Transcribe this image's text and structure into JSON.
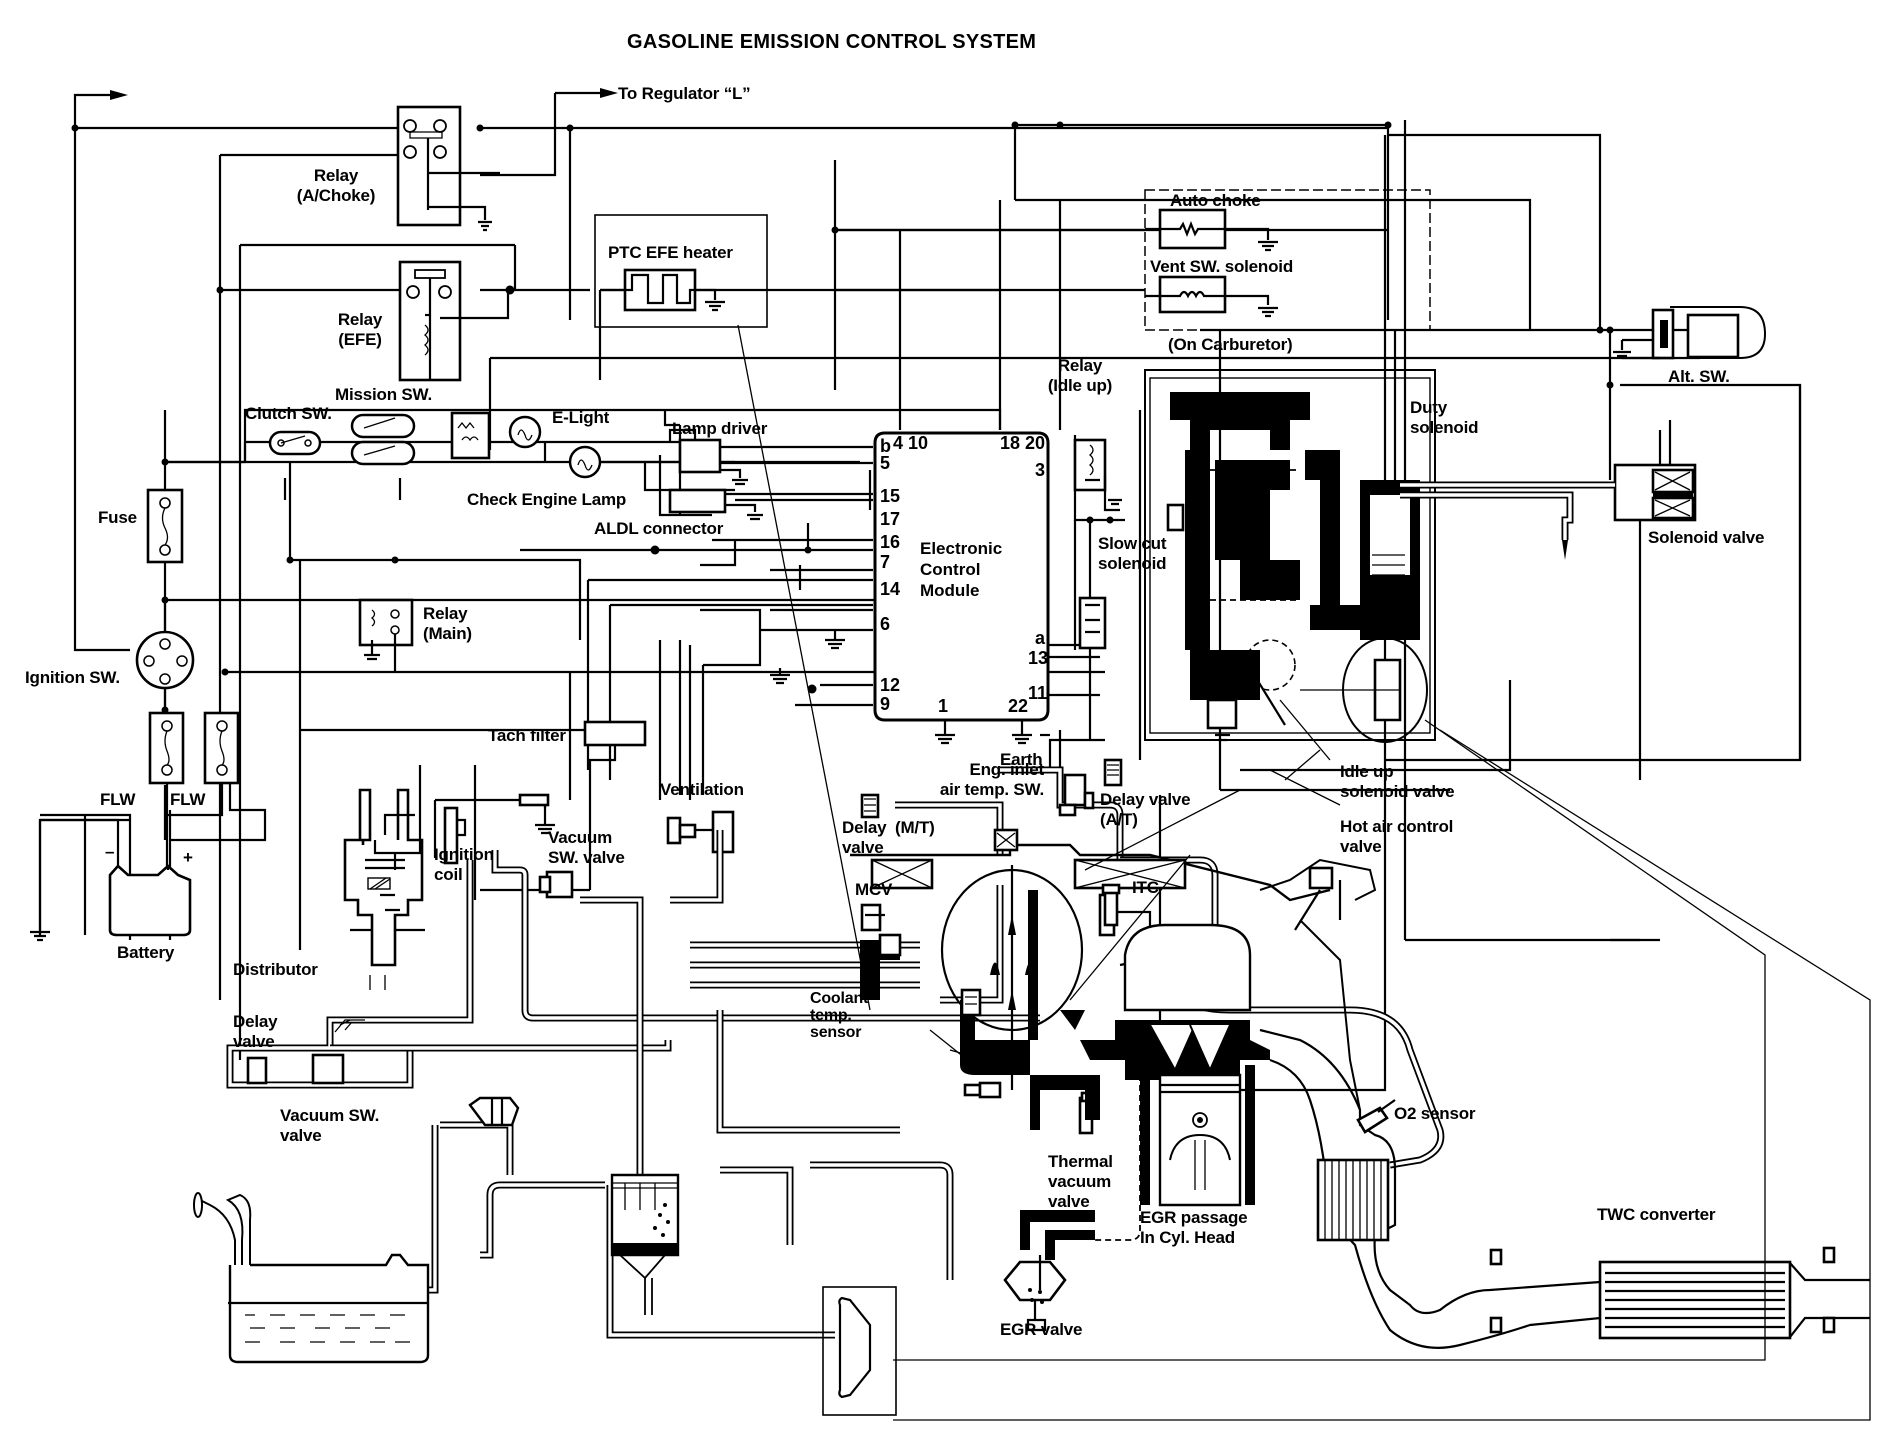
{
  "title": "GASOLINE EMISSION CONTROL SYSTEM",
  "labels": {
    "to_regulator": "To Regulator “L”",
    "relay_achoke": [
      "Relay",
      "(A/Choke)"
    ],
    "relay_efe": [
      "Relay",
      "(EFE)"
    ],
    "ptc_efe_heater": "PTC EFE heater",
    "auto_choke": "Auto choke",
    "vent_sw_solenoid": "Vent SW. solenoid",
    "on_carburetor": "(On Carburetor)",
    "relay_idle_up": [
      "Relay",
      "(Idle up)"
    ],
    "duty_solenoid": [
      "Duty",
      "solenoid"
    ],
    "alt_sw": "Alt. SW.",
    "solenoid_valve": "Solenoid valve",
    "mission_sw": "Mission SW.",
    "clutch_sw": "Clutch SW.",
    "e_light": "E-Light",
    "lamp_driver": "Lamp driver",
    "check_engine_lamp": "Check Engine Lamp",
    "aldl_connector": "ALDL connector",
    "fuse": "Fuse",
    "relay_main": [
      "Relay",
      "(Main)"
    ],
    "ignition_sw": "Ignition SW.",
    "flw_1": "FLW",
    "flw_2": "FLW",
    "tach_filter": "Tach filter",
    "battery": "Battery",
    "battery_minus": "–",
    "battery_plus": "+",
    "ignition_coil": [
      "Ignition",
      "coil"
    ],
    "vacuum_sw_valve_upper": [
      "Vacuum",
      "SW. valve"
    ],
    "ventilation": "Ventilation",
    "distributor": "Distributor",
    "delay_valve_left": [
      "Delay",
      "valve"
    ],
    "vacuum_sw_valve_lower": [
      "Vacuum SW.",
      "valve"
    ],
    "slow_cut_solenoid": [
      "Slow cut",
      "solenoid"
    ],
    "earth": "Earth",
    "eng_inlet_air_temp_sw": [
      "Eng. inlet",
      "air temp. SW."
    ],
    "delay_valve_at": [
      "Delay valve",
      "(A/T)"
    ],
    "delay_valve_mt": [
      "Delay",
      "valve"
    ],
    "mt": "(M/T)",
    "idle_up_solenoid_valve": [
      "Idle up",
      "solenoid valve"
    ],
    "hot_air_control_valve": [
      "Hot air control",
      "valve"
    ],
    "mcv": "MCV",
    "itc": "ITC",
    "coolant_temp_sensor": [
      "Coolant",
      "temp.",
      "sensor"
    ],
    "o2_sensor": "O2 sensor",
    "thermal_vacuum_valve": [
      "Thermal",
      "vacuum",
      "valve"
    ],
    "egr_passage": [
      "EGR passage",
      "In Cyl. Head"
    ],
    "egr_valve": "EGR valve",
    "twc_converter": "TWC converter"
  },
  "ecm": {
    "name": [
      "Electronic",
      "Control",
      "Module"
    ],
    "pins_top": [
      "b",
      "4",
      "10",
      "18",
      "20"
    ],
    "pins_left": [
      "5",
      "15",
      "17",
      "16",
      "7",
      "14",
      "6",
      "12",
      "9"
    ],
    "pins_right": [
      "3",
      "a",
      "13",
      "11"
    ],
    "pins_bottom": [
      "1",
      "22"
    ]
  },
  "colors": {
    "ink": "#000000",
    "paper": "#ffffff"
  }
}
